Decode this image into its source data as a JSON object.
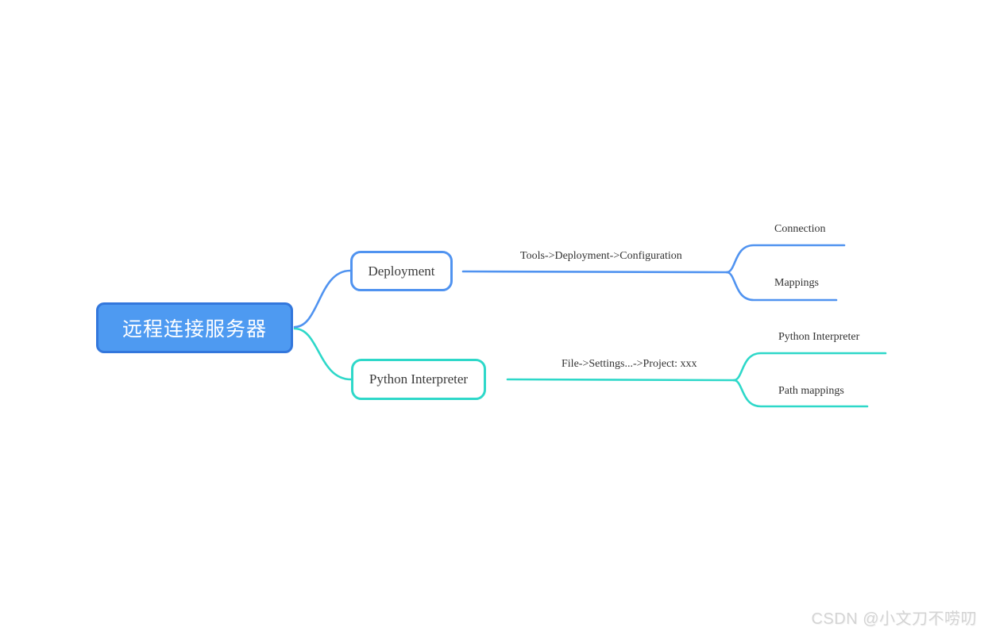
{
  "page": {
    "background": "#ffffff"
  },
  "colors": {
    "root_fill": "#4E9AF1",
    "root_border": "#3377DC",
    "root_text": "#ffffff",
    "blue_branch": "#5093F0",
    "teal_branch": "#2ED8C9",
    "node_text": "#3b3b3b",
    "label_text": "#333333",
    "watermark": "#d4d4d4"
  },
  "mindmap": {
    "root": {
      "label": "远程连接服务器"
    },
    "branches": [
      {
        "node": {
          "label": "Deployment"
        },
        "edge_label": "Tools->Deployment->Configuration",
        "children": [
          {
            "label": "Connection"
          },
          {
            "label": "Mappings"
          }
        ]
      },
      {
        "node": {
          "label": "Python Interpreter"
        },
        "edge_label": "File->Settings...->Project: xxx",
        "children": [
          {
            "label": "Python Interpreter"
          },
          {
            "label": "Path mappings"
          }
        ]
      }
    ]
  },
  "watermark": {
    "text": "CSDN @小文刀不唠叨"
  }
}
